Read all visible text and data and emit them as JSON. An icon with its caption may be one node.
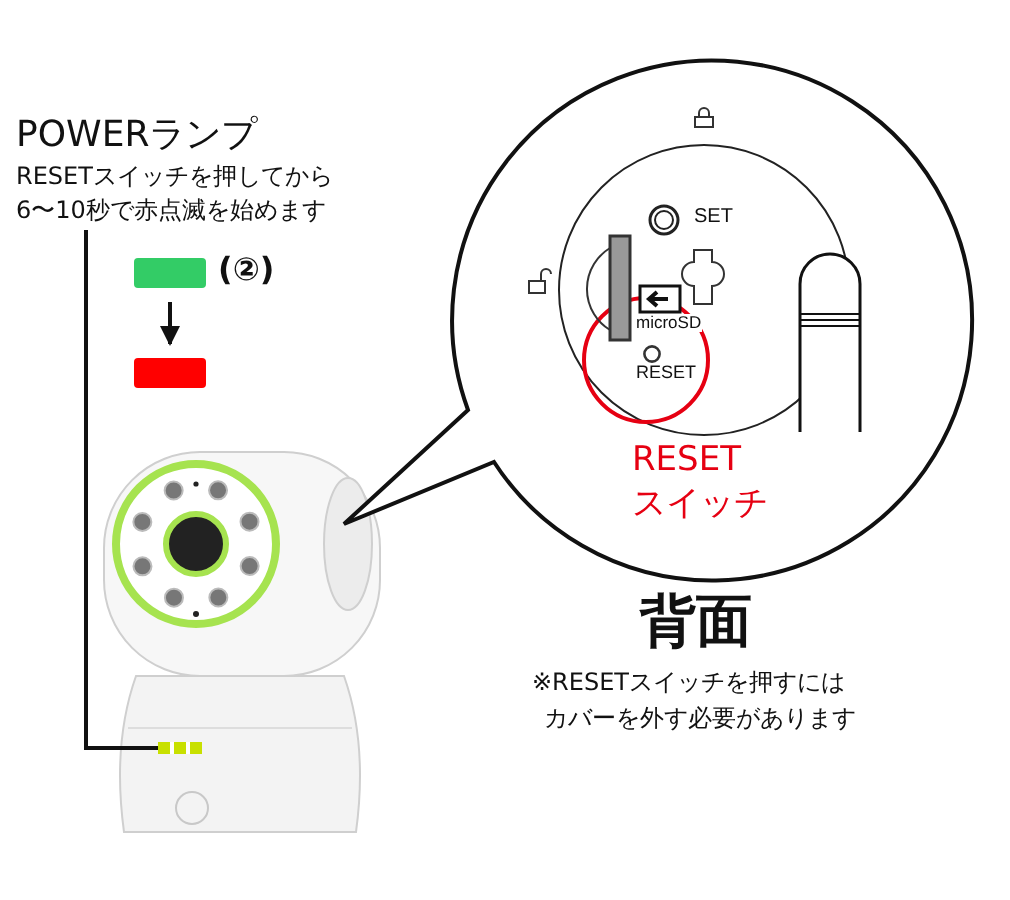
{
  "diagram": {
    "nodes": [
      {
        "text": [
          "POWERランプ",
          "RESETスイッチを押してから6〜10秒で赤点滅を始めます"
        ]
      },
      {
        "text": [],
        "shape": "bar",
        "beside": [
          "(②)"
        ]
      },
      {
        "text": [],
        "shape": "bar"
      },
      {
        "text": [],
        "shape": "bar"
      },
      {
        "text": [],
        "shape": "circle"
      },
      {
        "text": [],
        "shape": "circle",
        "in": 4
      },
      {
        "text": [
          "RESET スイッチ"
        ],
        "in": 5
      }
    ],
    "edges": [
      {
        "from": 1,
        "to": 2,
        "arrow": "to"
      },
      {
        "from": 0,
        "to": 3,
        "arrow": "none"
      }
    ],
    "labels": [
      "SET",
      "microSD",
      "RESET",
      "背面",
      "※RESETスイッチを押すにはカバーを外す必要があります"
    ]
  }
}
